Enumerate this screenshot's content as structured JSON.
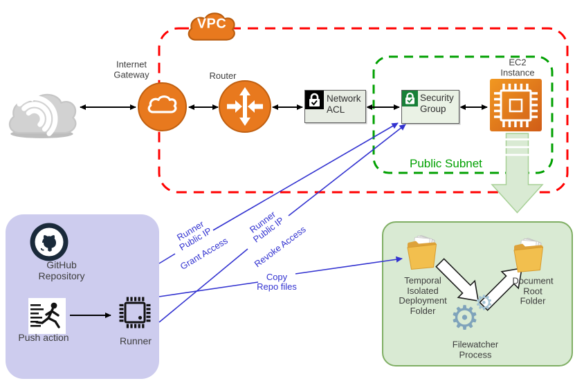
{
  "colors": {
    "vpc_border": "#ff0000",
    "subnet_green": "#00a000",
    "aws_orange": "#e8791e",
    "aws_orange_dark": "#c05f10",
    "panel_purple": "#cdccee",
    "panel_green": "#d9ead3",
    "panel_green_border": "#7fae63",
    "blue": "#3232d0",
    "sg_green": "#188038",
    "text": "#3d3d3d",
    "fat_arrow_fill": "#d9ead3",
    "fat_arrow_stroke": "#a7d096"
  },
  "vpc": {
    "badge_label": "VPC",
    "subnet_label": "Public Subnet"
  },
  "nodes": {
    "internet_gateway": "Internet\nGateway",
    "router": "Router",
    "network_acl": "Network\nACL",
    "security_group": "Security\nGroup",
    "ec2_instance": "EC2\nInstance",
    "github_repository": "GitHub\nRepository",
    "push_action": "Push action",
    "runner": "Runner",
    "temporal_folder": "Temporal\nIsolated\nDeployment\nFolder",
    "filewatcher_process": "Filewatcher\nProcess",
    "document_root_folder": "Document\nRoot\nFolder"
  },
  "edges": {
    "grant_ip_label": "Runner\nPublic IP",
    "grant_label": "Grant Access",
    "revoke_ip_label": "Runner\nPublic IP",
    "revoke_label": "Revoke Access",
    "copy_label": "Copy\nRepo files"
  }
}
